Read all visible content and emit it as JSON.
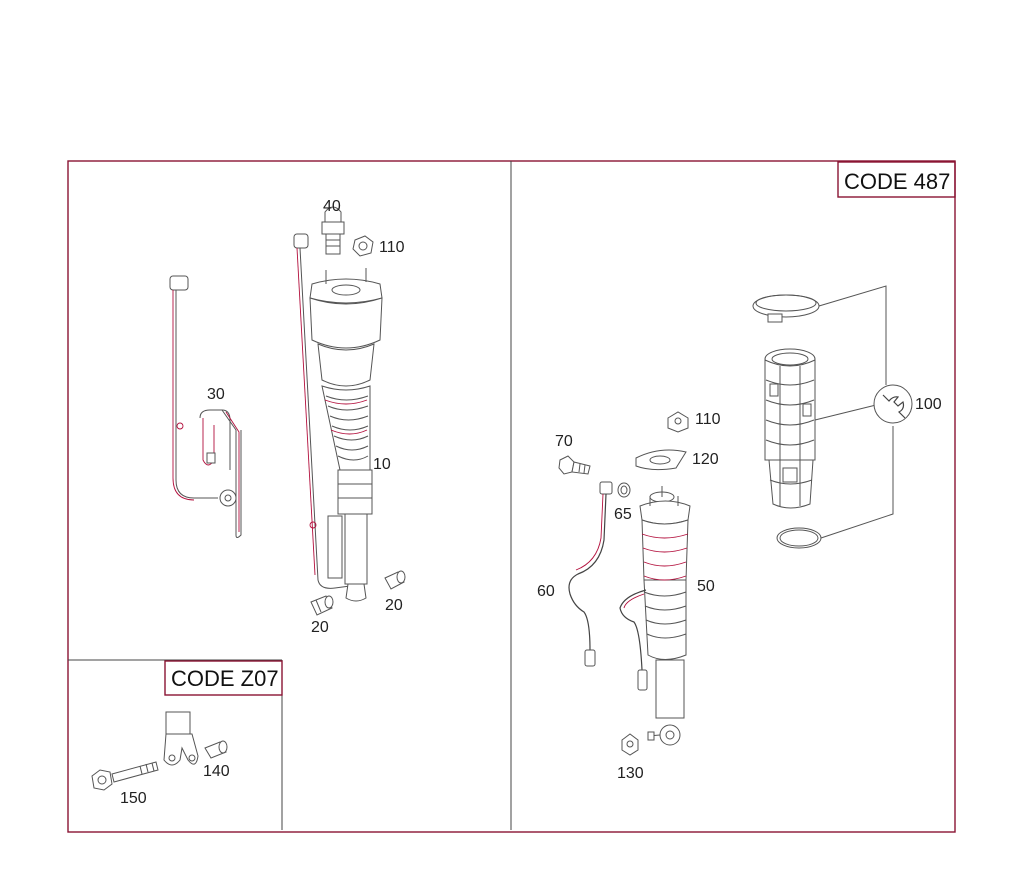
{
  "codes": {
    "left_box": "CODE Z07",
    "right_box": "CODE 487"
  },
  "labels": {
    "p10": "10",
    "p20a": "20",
    "p20b": "20",
    "p30": "30",
    "p40": "40",
    "p110a": "110",
    "p110b": "110",
    "p50": "50",
    "p60": "60",
    "p65": "65",
    "p70": "70",
    "p100": "100",
    "p120": "120",
    "p130": "130",
    "p140": "140",
    "p150": "150"
  },
  "icons": {
    "tool_symbol": "wrench-icon"
  },
  "colors": {
    "frame": "#8a1433",
    "outline": "#555555",
    "highlight": "#b3103d"
  }
}
